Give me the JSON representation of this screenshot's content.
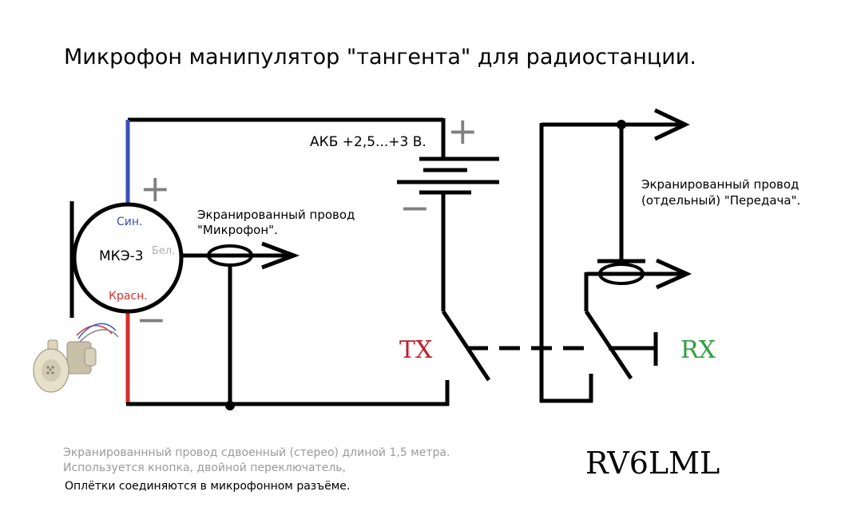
{
  "title": "Микрофон манипулятор  \"тангента\" для радиостанции.",
  "battery": {
    "label": "АКБ +2,5...+3 В.",
    "plus": "+",
    "minus": "−"
  },
  "microphone": {
    "name": "МКЭ-3",
    "pin_blue": "Син.",
    "pin_white": "Бел.",
    "pin_red": "Красн.",
    "plus": "+",
    "minus": "−"
  },
  "cable_mic": {
    "line1": "Экранированный провод",
    "line2": "\"Микрофон\"."
  },
  "cable_tx": {
    "line1": "Экранированный провод",
    "line2": "(отдельный) \"Передача\"."
  },
  "switch": {
    "tx": "TX",
    "rx": "RX"
  },
  "notes": [
    "Экранированнный провод сдвоенный (стерео) длиной 1,5 метра.",
    "Используется кнопка, двойной переключатель,",
    "Оплётки соединяются в микрофонном разъёме."
  ],
  "author": "RV6LML",
  "colors": {
    "wire": "#000000",
    "blue_wire": "#3a4fb5",
    "red_wire": "#d32f2f",
    "tx": "#c0202a",
    "rx": "#2e9e3e",
    "sign": "#808080",
    "note": "#9a9a9a",
    "pin_white": "#b0b0b0"
  }
}
